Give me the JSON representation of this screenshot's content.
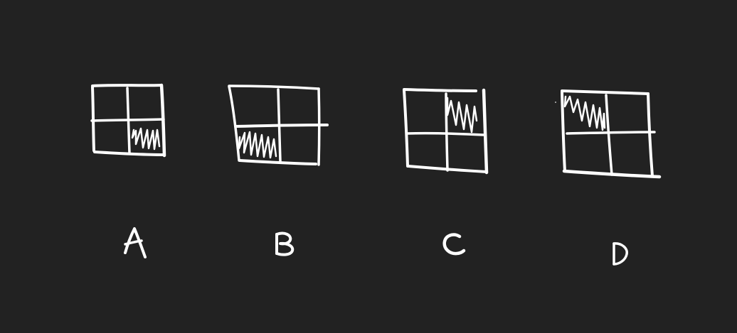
{
  "background_color": "#222222",
  "stroke_color": "#ffffff",
  "options": [
    {
      "label": "A",
      "shaded_cell": "bottom-right"
    },
    {
      "label": "B",
      "shaded_cell": "bottom-left"
    },
    {
      "label": "C",
      "shaded_cell": "top-right"
    },
    {
      "label": "D",
      "shaded_cell": "top-left"
    }
  ]
}
